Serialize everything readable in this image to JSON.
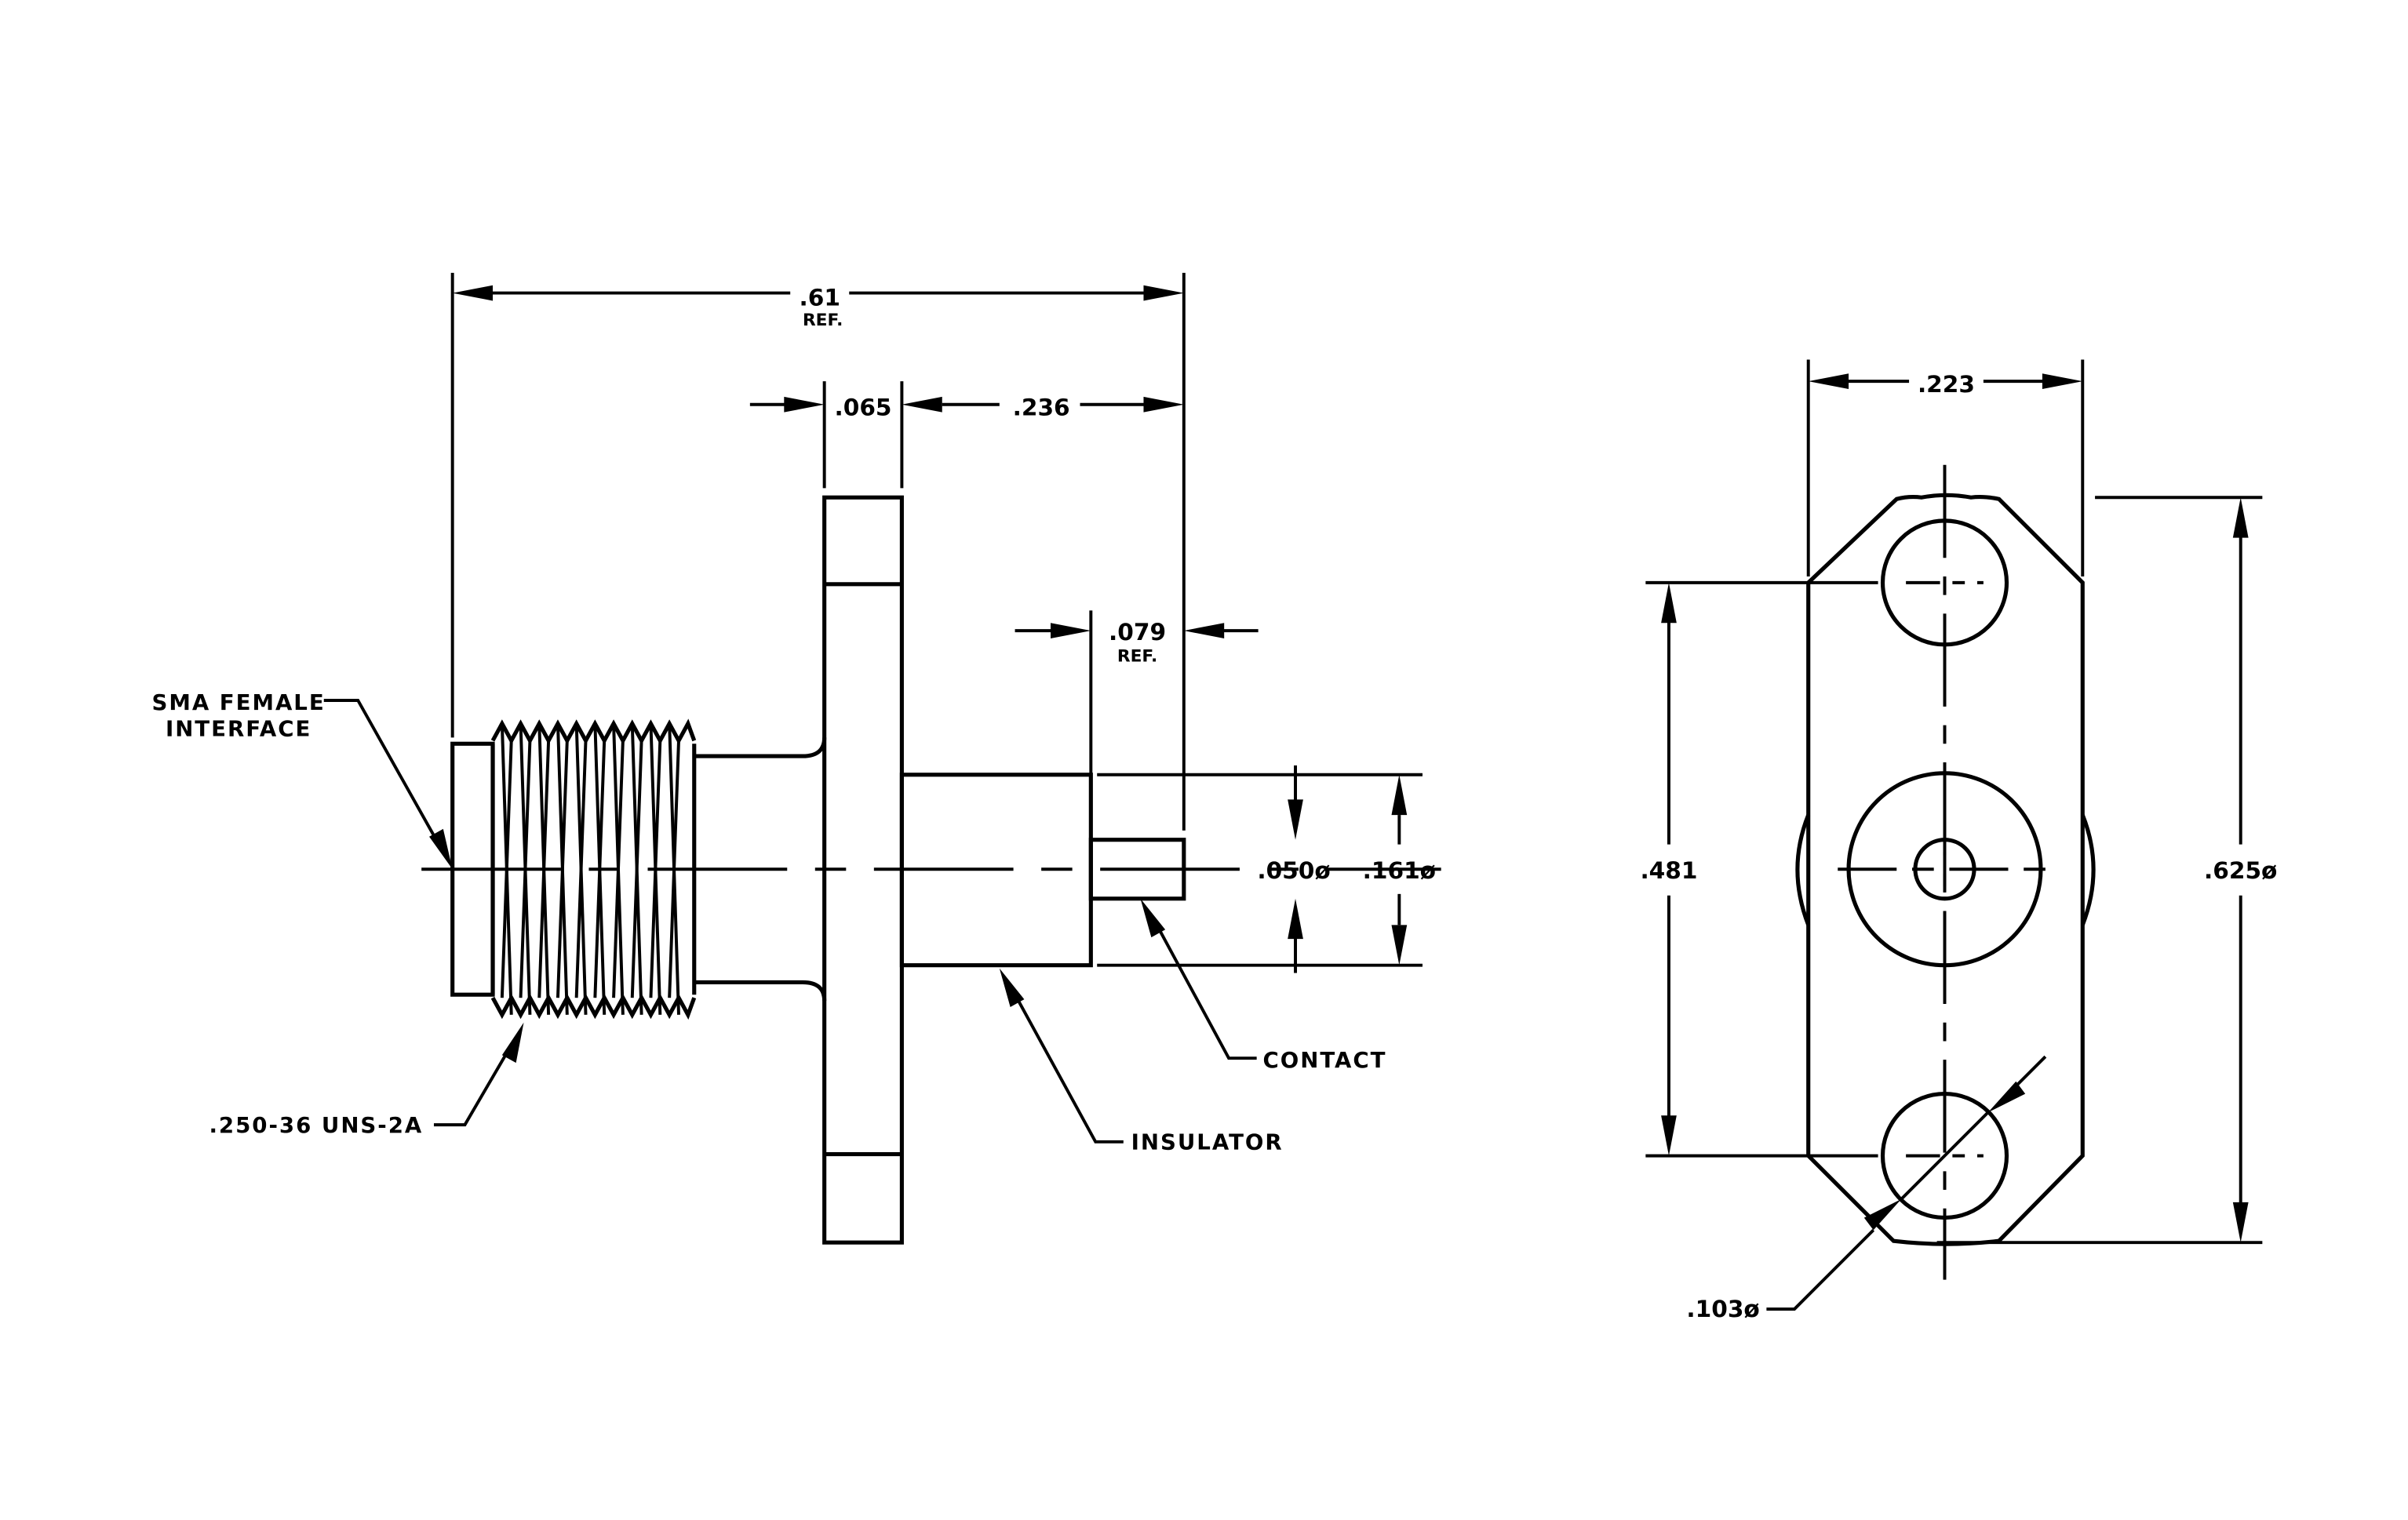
{
  "side_view": {
    "overall_length": ".61",
    "overall_length_note": "REF.",
    "flange_thickness": ".065",
    "insulator_length": ".236",
    "contact_extension": ".079",
    "contact_extension_note": "REF.",
    "contact_diameter": ".050ø",
    "insulator_diameter": ".161ø",
    "label_interface_line1": "SMA FEMALE",
    "label_interface_line2": "INTERFACE",
    "label_thread": ".250-36 UNS-2A",
    "label_contact": "CONTACT",
    "label_insulator": "INSULATOR"
  },
  "front_view": {
    "flange_width": ".223",
    "hole_spacing": ".481",
    "flange_diameter": ".625ø",
    "hole_diameter": ".103ø"
  }
}
